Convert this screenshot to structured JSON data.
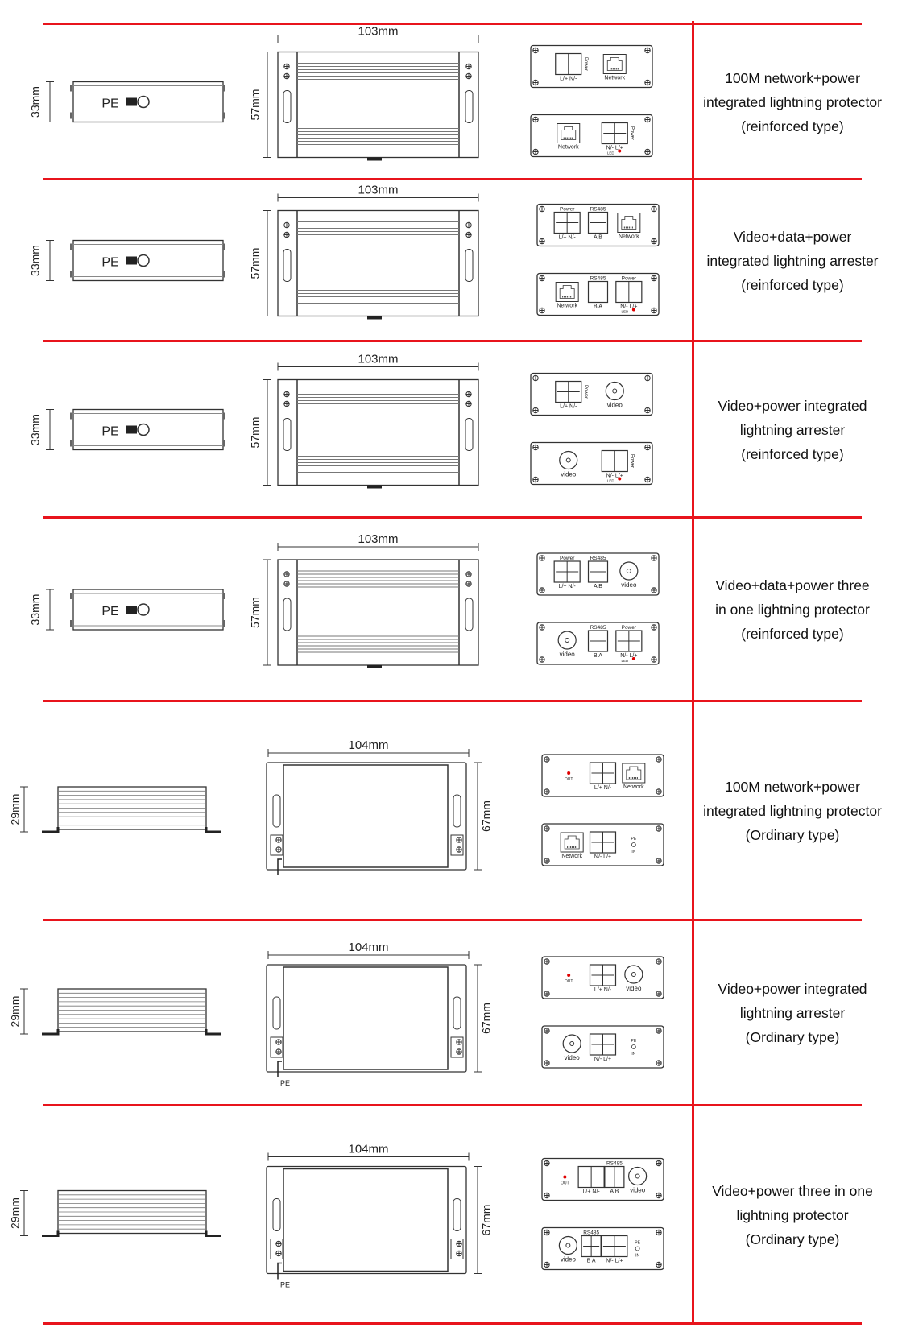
{
  "colors": {
    "divider": "#e8141c",
    "led": "#e00000",
    "line": "#333333"
  },
  "rows": [
    {
      "kind": "reinforced",
      "dims": {
        "height": "33mm",
        "width": "103mm",
        "depth": "57mm"
      },
      "side_label": "PE",
      "panel_a": [
        {
          "type": "terminal",
          "caption": "Power",
          "caption_side": true,
          "label": "L/+ N/-"
        },
        {
          "type": "rj45",
          "label": "Network"
        }
      ],
      "panel_b": [
        {
          "type": "rj45",
          "label": "Network"
        },
        {
          "type": "terminal",
          "caption": "Power",
          "caption_side": true,
          "label": "N/- L/+",
          "led": "LED"
        }
      ],
      "desc": [
        "100M network+power",
        "integrated lightning protector",
        "(reinforced type)"
      ]
    },
    {
      "kind": "reinforced",
      "dims": {
        "height": "33mm",
        "width": "103mm",
        "depth": "57mm"
      },
      "side_label": "PE",
      "panel_a": [
        {
          "type": "terminal",
          "caption": "Power",
          "label": "L/+ N/-"
        },
        {
          "type": "terminal",
          "caption": "RS485",
          "label": "A B",
          "small": true
        },
        {
          "type": "rj45",
          "label": "Network"
        }
      ],
      "panel_b": [
        {
          "type": "rj45",
          "label": "Network"
        },
        {
          "type": "terminal",
          "caption": "RS485",
          "label": "B A",
          "small": true
        },
        {
          "type": "terminal",
          "caption": "Power",
          "label": "N/- L/+",
          "led": "LED"
        }
      ],
      "desc": [
        "Video+data+power",
        "integrated lightning arrester",
        "(reinforced type)"
      ]
    },
    {
      "kind": "reinforced",
      "dims": {
        "height": "33mm",
        "width": "103mm",
        "depth": "57mm"
      },
      "side_label": "PE",
      "panel_a": [
        {
          "type": "terminal",
          "caption": "Power",
          "caption_side": true,
          "label": "L/+ N/-"
        },
        {
          "type": "bnc",
          "label": "video"
        }
      ],
      "panel_b": [
        {
          "type": "bnc",
          "label": "video"
        },
        {
          "type": "terminal",
          "caption": "Power",
          "caption_side": true,
          "label": "N/- L/+",
          "led": "LED"
        }
      ],
      "desc": [
        "Video+power integrated",
        "lightning arrester",
        "(reinforced type)"
      ]
    },
    {
      "kind": "reinforced",
      "dims": {
        "height": "33mm",
        "width": "103mm",
        "depth": "57mm"
      },
      "side_label": "PE",
      "panel_a": [
        {
          "type": "terminal",
          "caption": "Power",
          "label": "L/+ N/-"
        },
        {
          "type": "terminal",
          "caption": "RS485",
          "label": "A B",
          "small": true
        },
        {
          "type": "bnc",
          "label": "video"
        }
      ],
      "panel_b": [
        {
          "type": "bnc",
          "label": "video"
        },
        {
          "type": "terminal",
          "caption": "RS485",
          "label": "B A",
          "small": true
        },
        {
          "type": "terminal",
          "caption": "Power",
          "label": "N/- L/+",
          "led": "LED"
        }
      ],
      "desc": [
        "Video+data+power three",
        "in one lightning protector",
        "(reinforced type)"
      ]
    },
    {
      "kind": "ordinary",
      "dims": {
        "height": "29mm",
        "width": "104mm",
        "depth": "67mm"
      },
      "pe_label": "",
      "panel_a": [
        {
          "type": "out",
          "label": "OUT"
        },
        {
          "type": "terminal",
          "label": "L/+ N/-"
        },
        {
          "type": "rj45",
          "label": "Network"
        }
      ],
      "panel_b": [
        {
          "type": "rj45",
          "label": "Network"
        },
        {
          "type": "terminal",
          "label": "N/- L/+"
        },
        {
          "type": "pein",
          "label": "PE",
          "label2": "IN"
        }
      ],
      "desc": [
        "100M network+power",
        "integrated lightning protector",
        "(Ordinary type)"
      ]
    },
    {
      "kind": "ordinary",
      "dims": {
        "height": "29mm",
        "width": "104mm",
        "depth": "67mm"
      },
      "pe_label": "PE",
      "panel_a": [
        {
          "type": "out",
          "label": "OUT"
        },
        {
          "type": "terminal",
          "label": "L/+ N/-"
        },
        {
          "type": "bnc",
          "label": "video"
        }
      ],
      "panel_b": [
        {
          "type": "bnc",
          "label": "video"
        },
        {
          "type": "terminal",
          "label": "N/- L/+"
        },
        {
          "type": "pein",
          "label": "PE",
          "label2": "IN"
        }
      ],
      "desc": [
        "Video+power integrated",
        "lightning arrester",
        "(Ordinary type)"
      ]
    },
    {
      "kind": "ordinary",
      "dims": {
        "height": "29mm",
        "width": "104mm",
        "depth": "67mm"
      },
      "pe_label": "PE",
      "panel_a": [
        {
          "type": "out",
          "label": "OUT"
        },
        {
          "type": "terminal",
          "label": "L/+ N/-"
        },
        {
          "type": "terminal",
          "caption": "RS485",
          "label": "A B",
          "small": true
        },
        {
          "type": "bnc",
          "label": "video"
        }
      ],
      "panel_b": [
        {
          "type": "bnc",
          "label": "video"
        },
        {
          "type": "terminal",
          "caption": "RS485",
          "label": "B A",
          "small": true
        },
        {
          "type": "terminal",
          "label": "N/- L/+"
        },
        {
          "type": "pein",
          "label": "PE",
          "label2": "IN"
        }
      ],
      "desc": [
        "Video+power three in one",
        "lightning protector",
        "(Ordinary type)"
      ]
    }
  ]
}
